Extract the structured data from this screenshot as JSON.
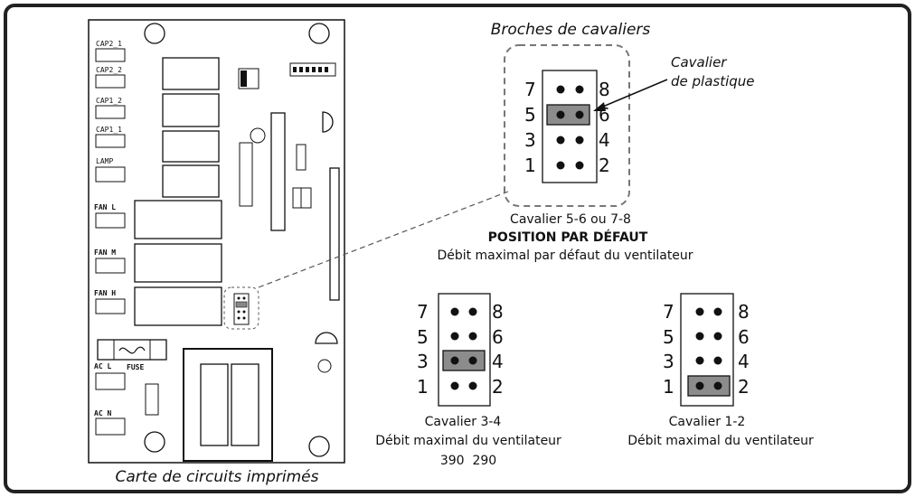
{
  "top_title": "Broches de cavaliers",
  "plastic_jumper_line1": "Cavalier",
  "plastic_jumper_line2": "de plastique",
  "pcb_caption": "Carte de circuits imprimés",
  "pcb_labels": {
    "cap2_1": "CAP2_1",
    "cap2_2": "CAP2_2",
    "cap1_2": "CAP1_2",
    "cap1_1": "CAP1_1",
    "lamp": "LAMP",
    "fan_l": "FAN L",
    "fan_m": "FAN M",
    "fan_h": "FAN H",
    "ac_l": "AC L",
    "ac_n": "AC N",
    "fuse": "FUSE"
  },
  "pin_numbers": {
    "left_col": [
      "7",
      "5",
      "3",
      "1"
    ],
    "right_col": [
      "8",
      "6",
      "4",
      "2"
    ]
  },
  "default_block": {
    "line1": "Cavalier 5-6 ou 7-8",
    "line2": "POSITION PAR DÉFAUT",
    "line3": "Débit maximal par défaut du ventilateur"
  },
  "block_34": {
    "line1": "Cavalier 3-4",
    "line2": "Débit maximal du ventilateur",
    "line3": "390  290"
  },
  "block_12": {
    "line1": "Cavalier 1-2",
    "line2": "Débit maximal du ventilateur"
  },
  "colors": {
    "jumper_fill": "#8c8c8c",
    "border": "#222222"
  }
}
